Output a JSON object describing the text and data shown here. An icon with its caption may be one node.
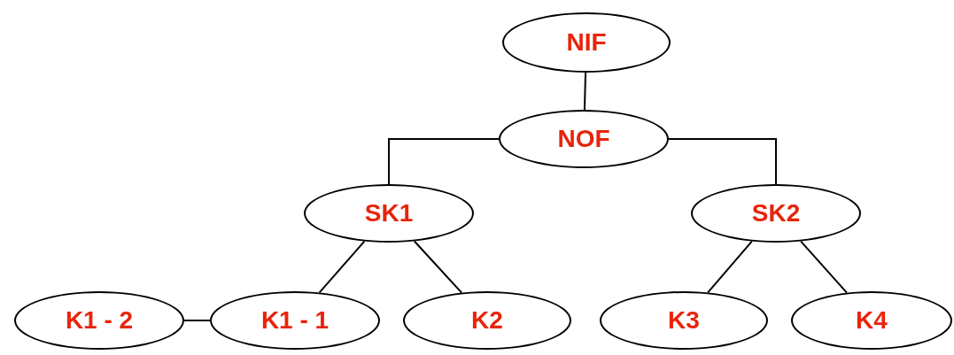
{
  "diagram": {
    "nodes": [
      {
        "text": [
          "NIF"
        ]
      },
      {
        "text": [
          "NOF"
        ]
      },
      {
        "text": [
          "SK1"
        ]
      },
      {
        "text": [
          "SK2"
        ]
      },
      {
        "text": [
          "K1 - 2"
        ]
      },
      {
        "text": [
          "K1 - 1"
        ]
      },
      {
        "text": [
          "K2"
        ]
      },
      {
        "text": [
          "K3"
        ]
      },
      {
        "text": [
          "K4"
        ]
      }
    ],
    "edges": [
      {
        "from": 0,
        "to": 1,
        "arrow": "none"
      },
      {
        "from": 1,
        "to": 2,
        "arrow": "none"
      },
      {
        "from": 1,
        "to": 3,
        "arrow": "none"
      },
      {
        "from": 2,
        "to": 5,
        "arrow": "none"
      },
      {
        "from": 2,
        "to": 6,
        "arrow": "none"
      },
      {
        "from": 3,
        "to": 7,
        "arrow": "none"
      },
      {
        "from": 3,
        "to": 8,
        "arrow": "none"
      },
      {
        "from": 4,
        "to": 5,
        "arrow": "none"
      }
    ]
  }
}
